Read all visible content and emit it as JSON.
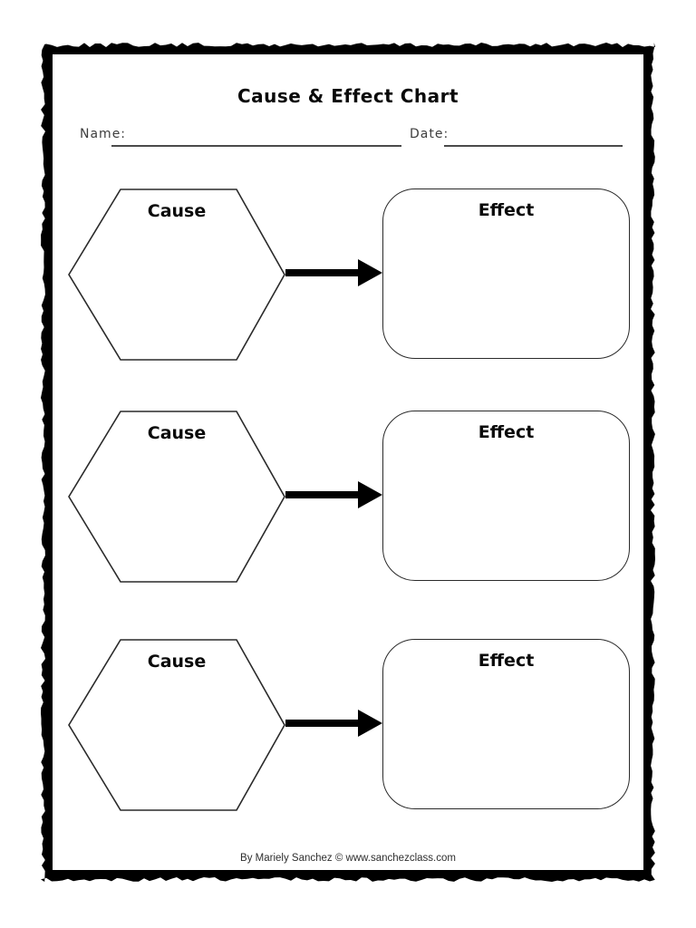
{
  "page": {
    "title": "Cause & Effect Chart",
    "footer_credit": "By Mariely Sanchez © www.sanchezclass.com"
  },
  "form": {
    "name_label": "Name:",
    "name_value": "",
    "date_label": "Date:",
    "date_value": ""
  },
  "rows": [
    {
      "cause_label": "Cause",
      "cause_value": "",
      "effect_label": "Effect",
      "effect_value": ""
    },
    {
      "cause_label": "Cause",
      "cause_value": "",
      "effect_label": "Effect",
      "effect_value": ""
    },
    {
      "cause_label": "Cause",
      "cause_value": "",
      "effect_label": "Effect",
      "effect_value": ""
    }
  ],
  "colors": {
    "ink": "#000000",
    "paper": "#ffffff",
    "shape_outline": "#2a2a2a",
    "rule_line": "#4a4a4a"
  }
}
